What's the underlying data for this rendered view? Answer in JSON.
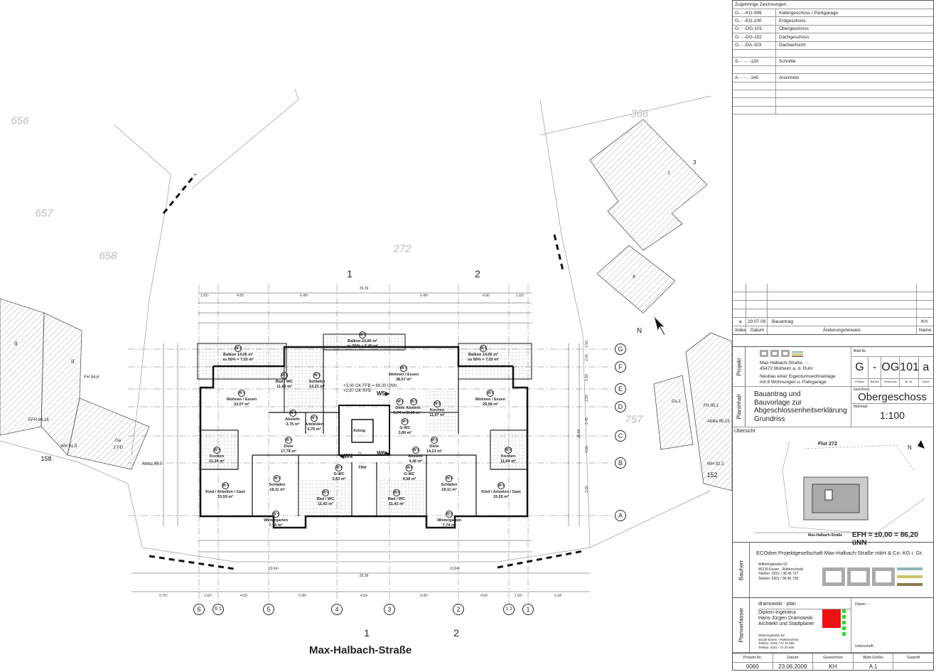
{
  "drawing": {
    "parcels": [
      "656",
      "657",
      "658",
      "272",
      "368",
      "757",
      "158",
      "152"
    ],
    "neighbor_labels": [
      "II",
      "II",
      "FH 94,6",
      "EFH 86,16",
      "Ga",
      "1 FD",
      "WH 91,9",
      "Attika 89,5",
      "Ga 1",
      "FH 95,1",
      "Attika 95,15",
      "WH 92,3",
      "I",
      "3",
      "x"
    ],
    "axes_rows": [
      "G",
      "F",
      "E",
      "D",
      "C",
      "B",
      "A"
    ],
    "axes_cols": [
      "6",
      "6.1",
      "5",
      "4",
      "3",
      "2",
      "1.1",
      "1"
    ],
    "sections": [
      "1",
      "2",
      "1",
      "2"
    ],
    "street": "Max-Halbach-Straße",
    "north": "N",
    "dims_top": [
      "1.62⁵",
      "4.90",
      "6.49⁵",
      "6.49⁵",
      "4.90",
      "1.62⁵",
      "29.39"
    ],
    "dims_bottom": [
      "5.70⁵",
      "1.62⁵",
      "4.50",
      "5.95⁵",
      "4.59",
      "5.95⁵",
      "4.50",
      "1.62⁵",
      "5.18",
      "29.39",
      "13.64⁵",
      "13.64⁵"
    ],
    "dims_right": [
      "1.50",
      "2.00",
      "1.60",
      "2.50",
      "2.45",
      "4.55",
      "3.60",
      "15.59"
    ],
    "level_note": [
      "+3,00 OK FFB = 89,20 ÜNN",
      "+2,87 OK RFB"
    ],
    "core": {
      "lift": "Aufzug",
      "stair": "TRH",
      "w4": "◀W4",
      "w5": "W5▶",
      "w6": "W6▶",
      "g": "G"
    },
    "rooms": [
      {
        "tag": "W 4",
        "name": "Balkon 14,06 m²",
        "area": "zu 50% = 7,03 m²"
      },
      {
        "tag": "W 5",
        "name": "Balkon 10,80 m²",
        "area": "zu 50% = 5,40 m²"
      },
      {
        "tag": "W 6",
        "name": "Balkon 14,06 m²",
        "area": "zu 50% = 7,03 m²"
      },
      {
        "tag": "W 5",
        "name": "Bad / WC",
        "area": "11,69 m²"
      },
      {
        "tag": "W 5",
        "name": "Schlafen",
        "area": "14,21 m²"
      },
      {
        "tag": "W 5",
        "name": "Wohnen / Essen",
        "area": "38,57 m²"
      },
      {
        "tag": "W 4",
        "name": "Wohnen / Essen",
        "area": "33,07 m²"
      },
      {
        "tag": "W 6",
        "name": "Wohnen / Essen",
        "area": "29,58 m²"
      },
      {
        "tag": "W 4",
        "name": "Abstellr.",
        "area": "2,75 m²"
      },
      {
        "tag": "W 5",
        "name": "Ankleiden",
        "area": "6,75 m²"
      },
      {
        "tag": "W 5",
        "name": "Diele",
        "area": "3,74 m²"
      },
      {
        "tag": "W 5",
        "name": "Abstellr.",
        "area": "2,44 m²"
      },
      {
        "tag": "W 6",
        "name": "Kochen",
        "area": "11,07 m²"
      },
      {
        "tag": "W 5",
        "name": "G-WC",
        "area": "3,80 m²"
      },
      {
        "tag": "W 4",
        "name": "Diele",
        "area": "17,78 m²"
      },
      {
        "tag": "W 6",
        "name": "Diele",
        "area": "14,21 m²"
      },
      {
        "tag": "W 4",
        "name": "Kochen",
        "area": "11,34 m²"
      },
      {
        "tag": "W 6",
        "name": "Kochen",
        "area": "11,64 m²"
      },
      {
        "tag": "W 4",
        "name": "Schlafen",
        "area": "18,11 m²"
      },
      {
        "tag": "W 6",
        "name": "Schlafen",
        "area": "18,11 m²"
      },
      {
        "tag": "W 4",
        "name": "G-WC",
        "area": "3,63 m²"
      },
      {
        "tag": "W 6",
        "name": "G-WC",
        "area": "4,58 m²"
      },
      {
        "tag": "W 6",
        "name": "Abstellr.",
        "area": "4,46 m²"
      },
      {
        "tag": "W 4",
        "name": "Bad / WC",
        "area": "11,42 m²"
      },
      {
        "tag": "W 6",
        "name": "Bad / WC",
        "area": "11,42 m²"
      },
      {
        "tag": "W 4",
        "name": "Kind / Arbeiten / Gast",
        "area": "15,55 m²"
      },
      {
        "tag": "W 6",
        "name": "Kind / Arbeiten / Gast",
        "area": "15,55 m²"
      },
      {
        "tag": "W 4",
        "name": "Wintergarten",
        "area": "7,74 m²"
      },
      {
        "tag": "W 6",
        "name": "Wintergarten",
        "area": "7,74 m²"
      }
    ]
  },
  "titleblock": {
    "related_header": "Zugehörige Zeichnungen :",
    "related": [
      {
        "code": "G- - -KG-099",
        "name": "Kellergeschoss / Parkgarage"
      },
      {
        "code": "G- - -EG-100",
        "name": "Erdgeschoss"
      },
      {
        "code": "G- - -OG-101",
        "name": "Obergeschoss"
      },
      {
        "code": "G- - -DG-102",
        "name": "Dachgeschoss"
      },
      {
        "code": "G- - -DA-103",
        "name": "Dachaufsicht"
      },
      {
        "code": "",
        "name": ""
      },
      {
        "code": "S- - - - -130",
        "name": "Schnitte"
      },
      {
        "code": "",
        "name": ""
      },
      {
        "code": "A- - - - -140",
        "name": "Ansichten"
      }
    ],
    "revision": {
      "index": "a",
      "date": "20.07.09",
      "note": "Bauantrag",
      "name": "KH",
      "h_index": "Index",
      "h_date": "Datum",
      "h_note": "Änderungshinweis",
      "h_name": "Name"
    },
    "projekt": {
      "label": "Projekt",
      "addr1": "Max-Halbach-Straße . - .",
      "addr2": "45472 Mülheim a. d. Ruhr",
      "desc1": "Neubau einer Eigentumswohnanlage",
      "desc2": "mit 8 Wohnungen u. Parkgarage",
      "blatt_label": "Blatt-Nr.",
      "blatt": [
        "G",
        "-",
        "OG",
        "101",
        "a"
      ],
      "blatt_sub": [
        "Planart",
        "Bauteil",
        "Geschoss",
        "Bl.-Nr.",
        "Index"
      ]
    },
    "planinhalt": {
      "label": "Planinhalt",
      "lines": [
        "Bauantrag und",
        "Bauvorlage zur",
        "Abgeschlossenheitserklärung",
        "Grundriss"
      ],
      "geschoss_label": "Geschoss",
      "geschoss": "Obergeschoss",
      "massstab_label": "Maßstab",
      "massstab": "1:100"
    },
    "uebersicht": {
      "label": "Übersicht",
      "flur": "Flur 272",
      "street": "Max-Halbach-Straße",
      "efh": "EFH = ±0,00 = 86,20 üNN",
      "north": "N"
    },
    "bauherr": {
      "label": "Bauherr",
      "name": "ECOdrei Projektgesellschaft Max-Halbach-Straße mbH & Co. KG i. Gr.",
      "lines": [
        "Witteringstraße 62",
        "45130 Essen - Rüttenscheid",
        "Telefon: 0201 / 38 46 727",
        "Telefax: 0201 / 38 46 728"
      ]
    },
    "planverfasser": {
      "label": "Planverfasser",
      "firm": "dramowski - plan",
      "lines": [
        "Diplom-Ingenieur",
        "Hans-Jürgen Dramowski",
        "Architekt und Stadtplaner"
      ],
      "addr": [
        "Witteringstraße 62",
        "45130 Essen - Rüttenscheid",
        "Telefon: 0201 / 72 20 690",
        "Telefax: 0201 / 72 20 628"
      ],
      "datum": "Datum :  -",
      "unterschrift": "Unterschrift :"
    },
    "footer": {
      "headers": [
        "Projekt-Nr.",
        "Datum",
        "Gezeichnet",
        "Blatt-Größe",
        "Geprüft"
      ],
      "values": [
        "0060",
        "23.06.2009",
        "KH",
        "A 1",
        ""
      ]
    }
  },
  "colors": {
    "eco_blue": "#8fb3bb",
    "eco_yellow": "#c9c36a",
    "eco_brown": "#8a7a50",
    "logo_red": "#ee1111",
    "logo_green": "#22dd22"
  }
}
